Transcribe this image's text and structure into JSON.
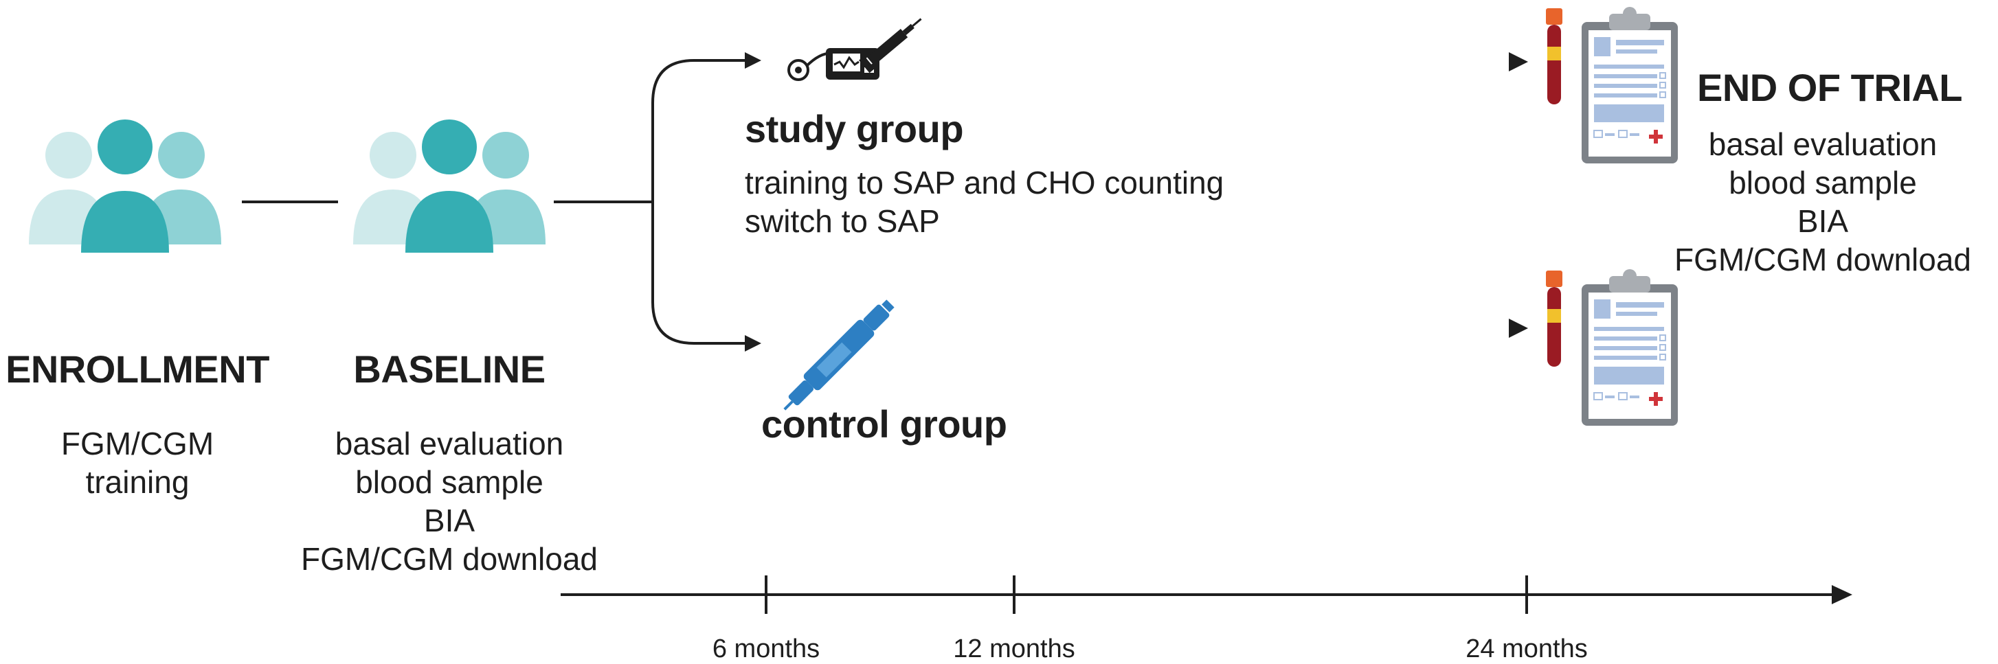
{
  "enrollment": {
    "title": "ENROLLMENT",
    "lines": [
      "FGM/CGM",
      "training"
    ]
  },
  "baseline": {
    "title": "BASELINE",
    "lines": [
      "basal evaluation",
      "blood sample",
      "BIA",
      "FGM/CGM download"
    ]
  },
  "study_group": {
    "title": "study group",
    "lines": [
      "training to SAP and CHO counting",
      "switch to SAP"
    ]
  },
  "control_group": {
    "title": "control group"
  },
  "end_of_trial": {
    "title": "END OF TRIAL",
    "lines": [
      "basal evaluation",
      "blood sample",
      "BIA",
      "FGM/CGM download"
    ]
  },
  "timeline": {
    "ticks": [
      "6 months",
      "12 months",
      "24 months"
    ]
  },
  "colors": {
    "teal_dark": "#35aeb3",
    "teal_mid": "#8ed2d5",
    "teal_light": "#cfeaeb",
    "pen_blue": "#2d7fc3",
    "tube_red": "#9a1b23",
    "tube_cap": "#e8642b",
    "clipboard_gray": "#7d8288",
    "doc_blue": "#a9bfe0",
    "cross_red": "#d0343a",
    "ink": "#1e1e1e"
  }
}
